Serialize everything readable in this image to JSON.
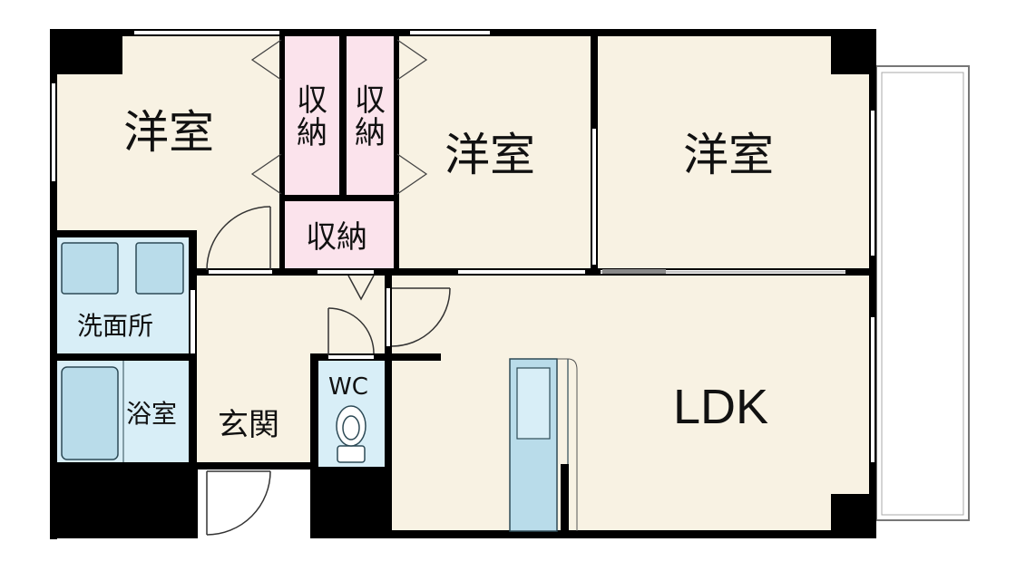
{
  "rooms": {
    "western_room_1": "洋室",
    "western_room_2": "洋室",
    "western_room_3": "洋室",
    "storage_a_line1": "収",
    "storage_a_line2": "納",
    "storage_b_line1": "収",
    "storage_b_line2": "納",
    "storage_c": "収納",
    "washroom": "洗面所",
    "bathroom": "浴室",
    "entrance": "玄関",
    "toilet": "WC",
    "ldk": "LDK"
  },
  "colors": {
    "room_fill": "#f8f2e3",
    "storage_fill": "#fbe3ec",
    "wet_fill": "#d8eef7",
    "fixture_fill": "#b9dcea",
    "wall": "#000000",
    "entrance_fill": "#ffffff"
  }
}
